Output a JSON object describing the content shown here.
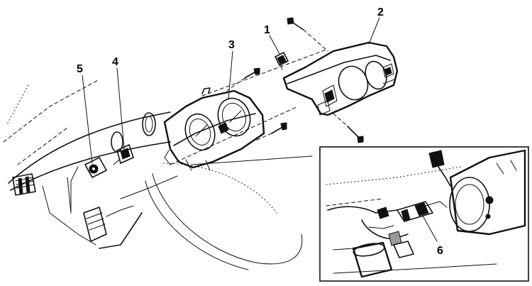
{
  "figure": {
    "callouts": [
      {
        "id": "callout-1",
        "label": "1"
      },
      {
        "id": "callout-2",
        "label": "2"
      },
      {
        "id": "callout-3",
        "label": "3"
      },
      {
        "id": "callout-4",
        "label": "4"
      },
      {
        "id": "callout-5",
        "label": "5"
      },
      {
        "id": "callout-6",
        "label": "6"
      }
    ],
    "colors": {
      "ink": "#111111",
      "paper": "#ffffff",
      "shade": "#9a9a9a"
    }
  }
}
